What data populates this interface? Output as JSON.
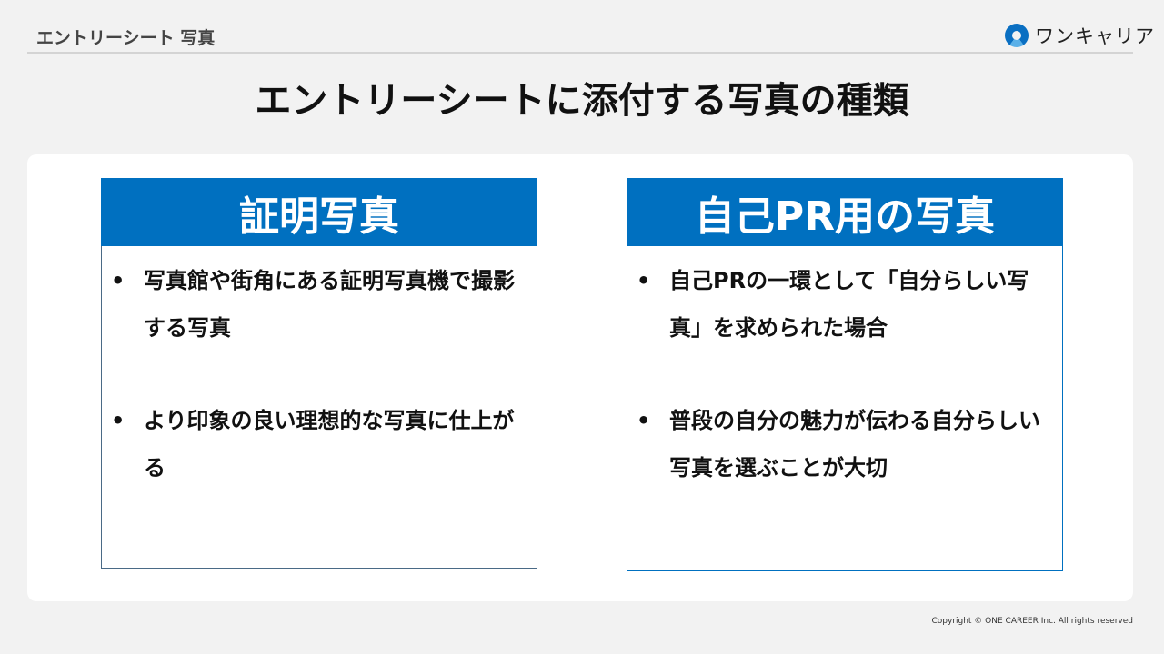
{
  "header": {
    "section": "エントリーシート 写真",
    "logo_text": "ワンキャリア"
  },
  "title": "エントリーシートに添付する写真の種類",
  "cards": [
    {
      "heading": "証明写真",
      "bullets": [
        "写真館や街角にある証明写真機で撮影する写真",
        "より印象の良い理想的な写真に仕上がる"
      ]
    },
    {
      "heading": "自己PR用の写真",
      "bullets": [
        "自己PRの一環として「自分らしい写真」を求められた場合",
        "普段の自分の魅力が伝わる自分らしい写真を選ぶことが大切"
      ]
    }
  ],
  "footer": {
    "copyright": "Copyright © ONE CAREER Inc. All rights reserved"
  },
  "colors": {
    "accent": "#0070c0",
    "background": "#f2f2f2"
  }
}
